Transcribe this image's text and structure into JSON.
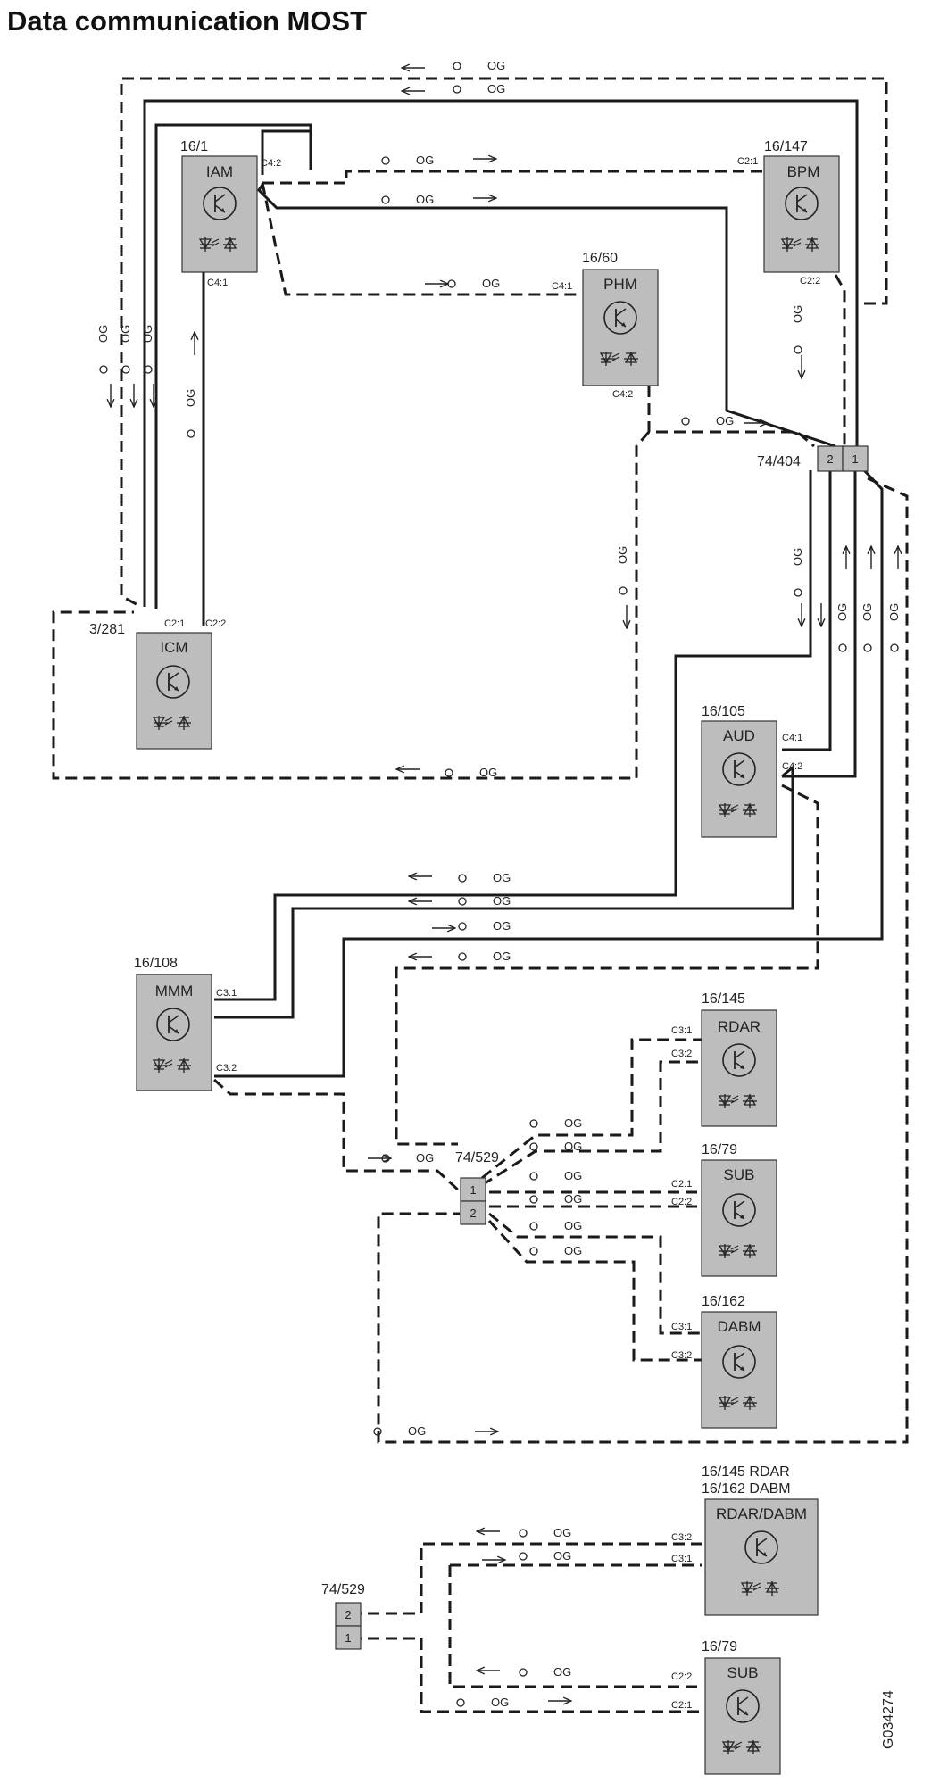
{
  "title": "Data communication MOST",
  "wire_color_label": "OG",
  "figure_id": "G034274",
  "modules": {
    "iam": {
      "ref": "16/1",
      "name": "IAM"
    },
    "bpm": {
      "ref": "16/147",
      "name": "BPM"
    },
    "phm": {
      "ref": "16/60",
      "name": "PHM"
    },
    "icm": {
      "ref": "3/281",
      "name": "ICM"
    },
    "aud": {
      "ref": "16/105",
      "name": "AUD"
    },
    "mmm": {
      "ref": "16/108",
      "name": "MMM"
    },
    "rdar": {
      "ref": "16/145",
      "name": "RDAR"
    },
    "sub": {
      "ref": "16/79",
      "name": "SUB"
    },
    "dabm": {
      "ref": "16/162",
      "name": "DABM"
    },
    "rdardabm": {
      "ref1": "16/145 RDAR",
      "ref2": "16/162 DABM",
      "name": "RDAR/DABM"
    },
    "sub2": {
      "ref": "16/79",
      "name": "SUB"
    }
  },
  "pins": {
    "iam_out": "C4:2",
    "iam_in": "C4:1",
    "bpm_in": "C2:1",
    "bpm_out": "C2:2",
    "phm_in": "C4:1",
    "phm_out": "C4:2",
    "icm_in": "C2:1",
    "icm_out": "C2:2",
    "aud_in": "C4:1",
    "aud_out": "C4:2",
    "mmm_in": "C3:1",
    "mmm_out": "C3:2",
    "rdar_in": "C3:1",
    "rdar_out": "C3:2",
    "sub_in": "C2:1",
    "sub_out": "C2:2",
    "dabm_in": "C3:1",
    "dabm_out": "C3:2",
    "rd2_top": "C3:2",
    "rd2_bot": "C3:1",
    "sub2_top": "C2:2",
    "sub2_bot": "C2:1"
  },
  "connectors": {
    "c404": {
      "ref": "74/404",
      "pin_left": "2",
      "pin_right": "1"
    },
    "c529": {
      "ref": "74/529",
      "pin_top": "1",
      "pin_bot": "2"
    },
    "c529b": {
      "ref": "74/529",
      "pin_top": "2",
      "pin_bot": "1"
    }
  }
}
